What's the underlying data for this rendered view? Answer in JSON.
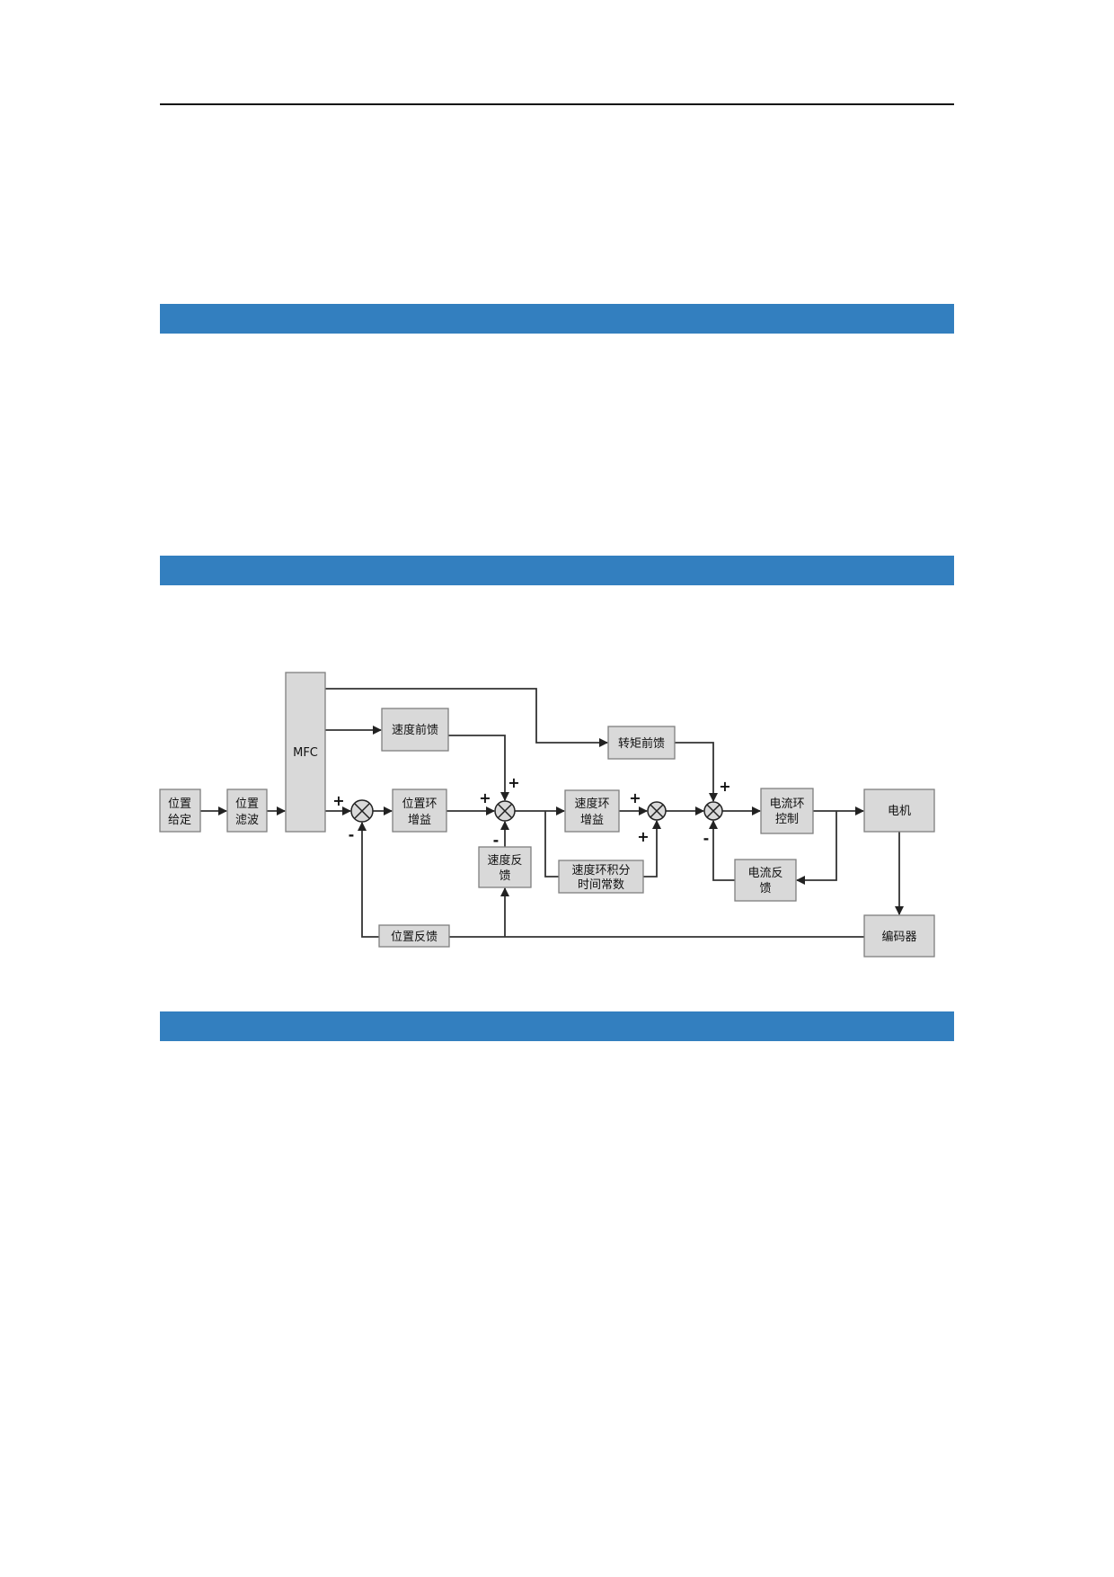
{
  "colors": {
    "section_bar": "#337fbf",
    "block_fill": "#d9d9d9"
  },
  "diagram": {
    "blocks": {
      "position_command": [
        "位置",
        "给定"
      ],
      "position_filter": [
        "位置",
        "滤波"
      ],
      "mfc": "MFC",
      "velocity_feedforward": "速度前馈",
      "position_loop_gain": [
        "位置环",
        "增益"
      ],
      "velocity_feedback": [
        "速度反",
        "馈"
      ],
      "position_feedback": "位置反馈",
      "torque_feedforward": "转矩前馈",
      "velocity_loop_gain": [
        "速度环",
        "增益"
      ],
      "velocity_integral_time": [
        "速度环积分",
        "时间常数"
      ],
      "current_loop_control": [
        "电流环",
        "控制"
      ],
      "current_feedback": [
        "电流反",
        "馈"
      ],
      "motor": "电机",
      "encoder": "编码器"
    },
    "signs": {
      "plus": "+",
      "minus": "-"
    }
  }
}
